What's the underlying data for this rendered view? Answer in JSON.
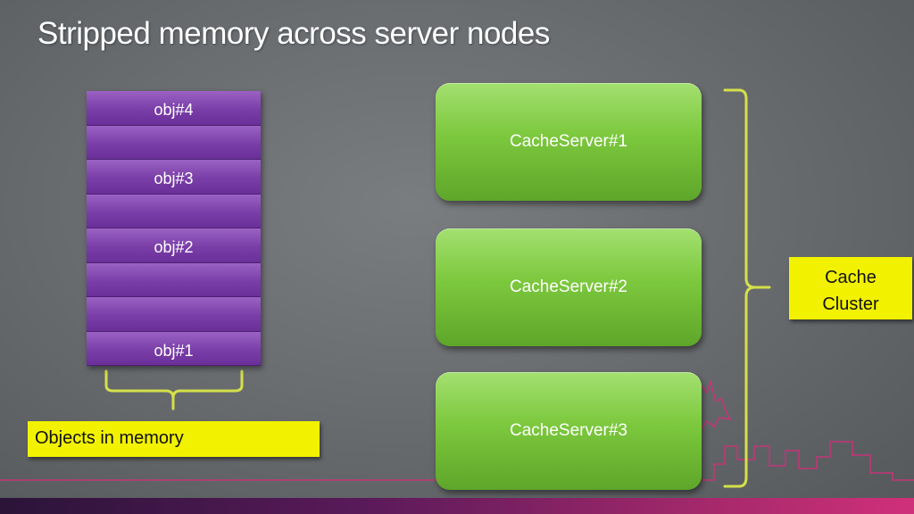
{
  "title": "Stripped memory across server nodes",
  "memory_stack": {
    "cells": [
      "obj#4",
      "",
      "obj#3",
      "",
      "obj#2",
      "",
      "",
      "obj#1"
    ]
  },
  "servers": [
    "CacheServer#1",
    "CacheServer#2",
    "CacheServer#3"
  ],
  "labels": {
    "objects_in_memory": "Objects in memory",
    "cache_cluster_line1": "Cache",
    "cache_cluster_line2": "Cluster"
  },
  "colors": {
    "object_block": "#7a3ea8",
    "server_box": "#7cc83d",
    "label_box": "#f2f200",
    "brace": "#d4e04a",
    "skyline": "#d0307a"
  }
}
